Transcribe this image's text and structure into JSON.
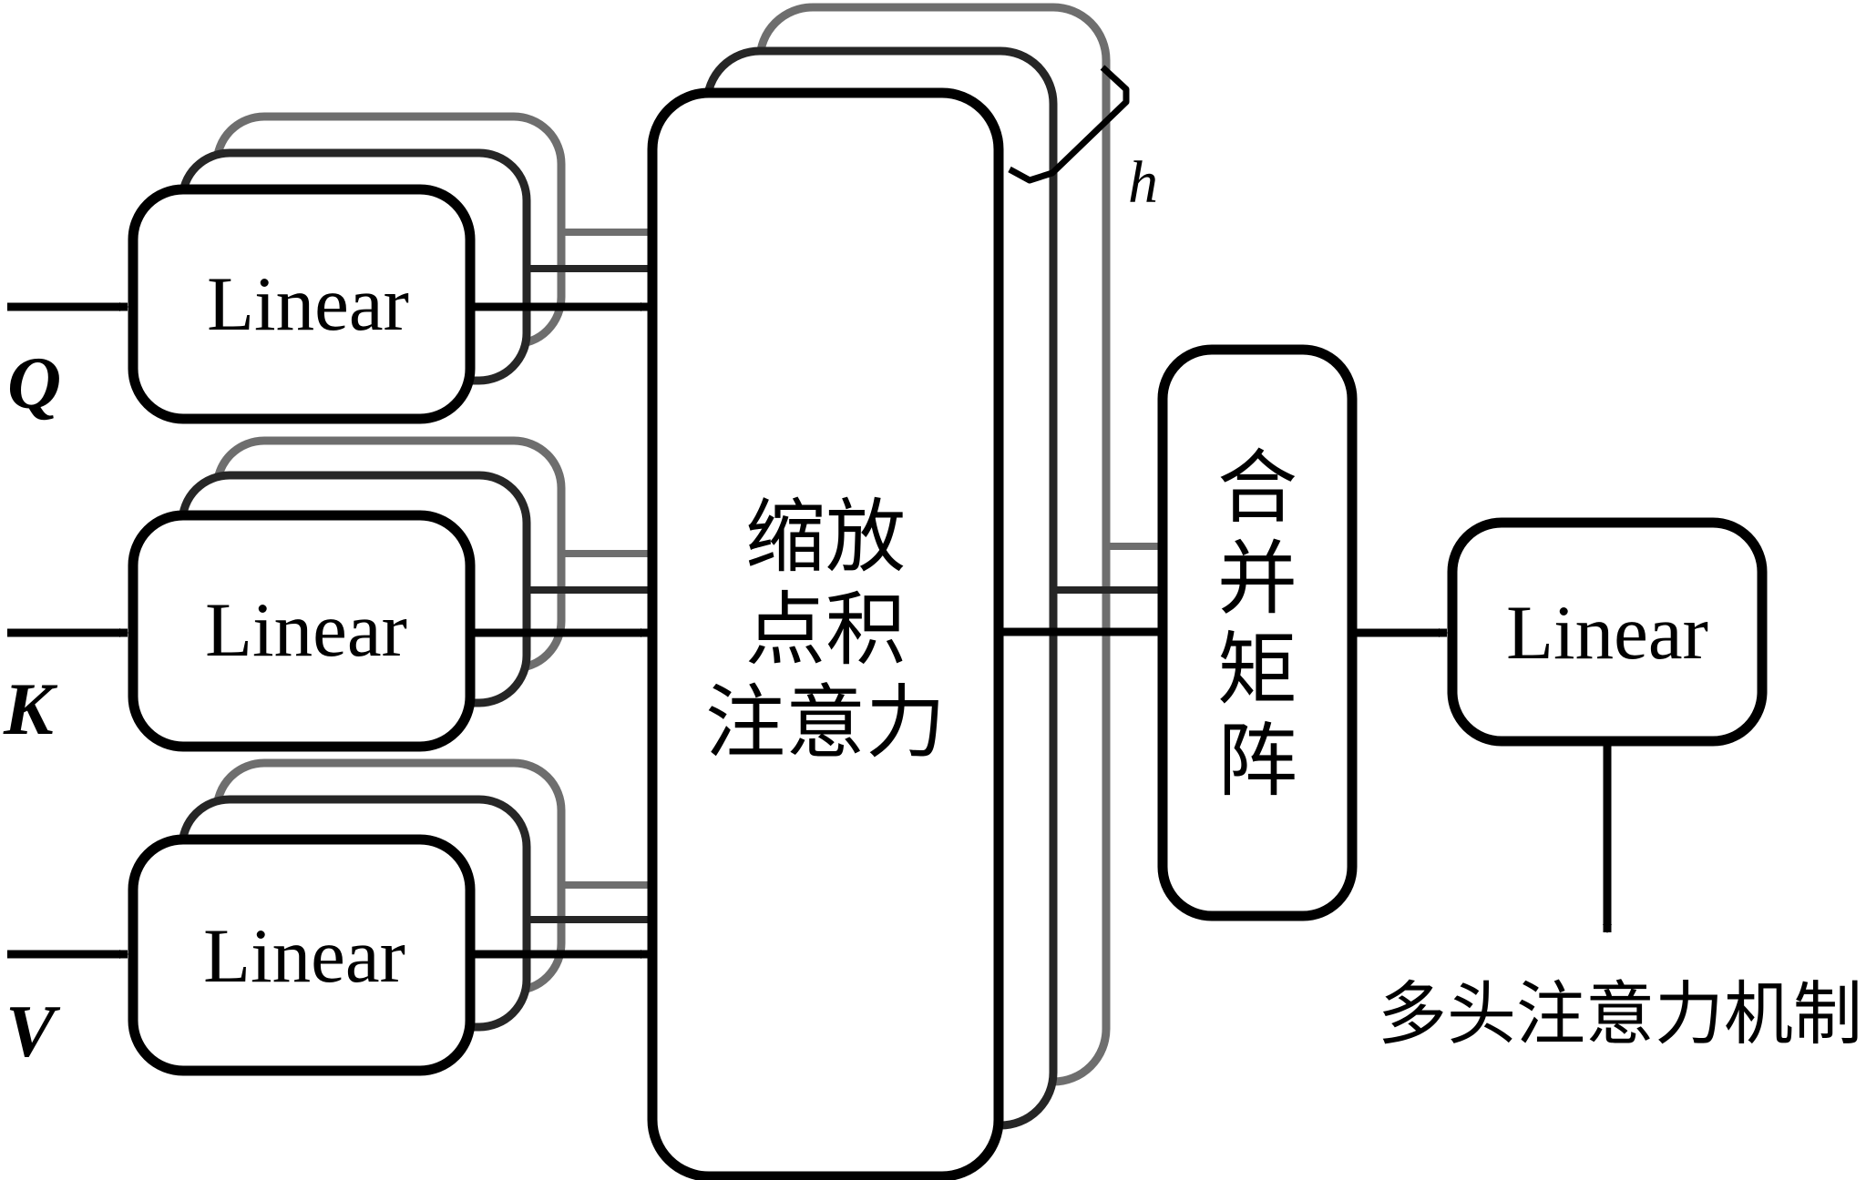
{
  "inputs": {
    "q": "Q",
    "k": "K",
    "v": "V"
  },
  "linear_label": "Linear",
  "head_count_label": "h",
  "attention_block": {
    "line1": "缩放",
    "line2": "点积",
    "line3": "注意力"
  },
  "concat_block": {
    "chars": [
      "合",
      "并",
      "矩",
      "阵"
    ]
  },
  "output_linear_label": "Linear",
  "caption": "多头注意力机制",
  "colors": {
    "front": "#000000",
    "middle": "#262626",
    "back": "#6e6e6e",
    "back_light": "#b8b8b8",
    "background": "#ffffff"
  }
}
